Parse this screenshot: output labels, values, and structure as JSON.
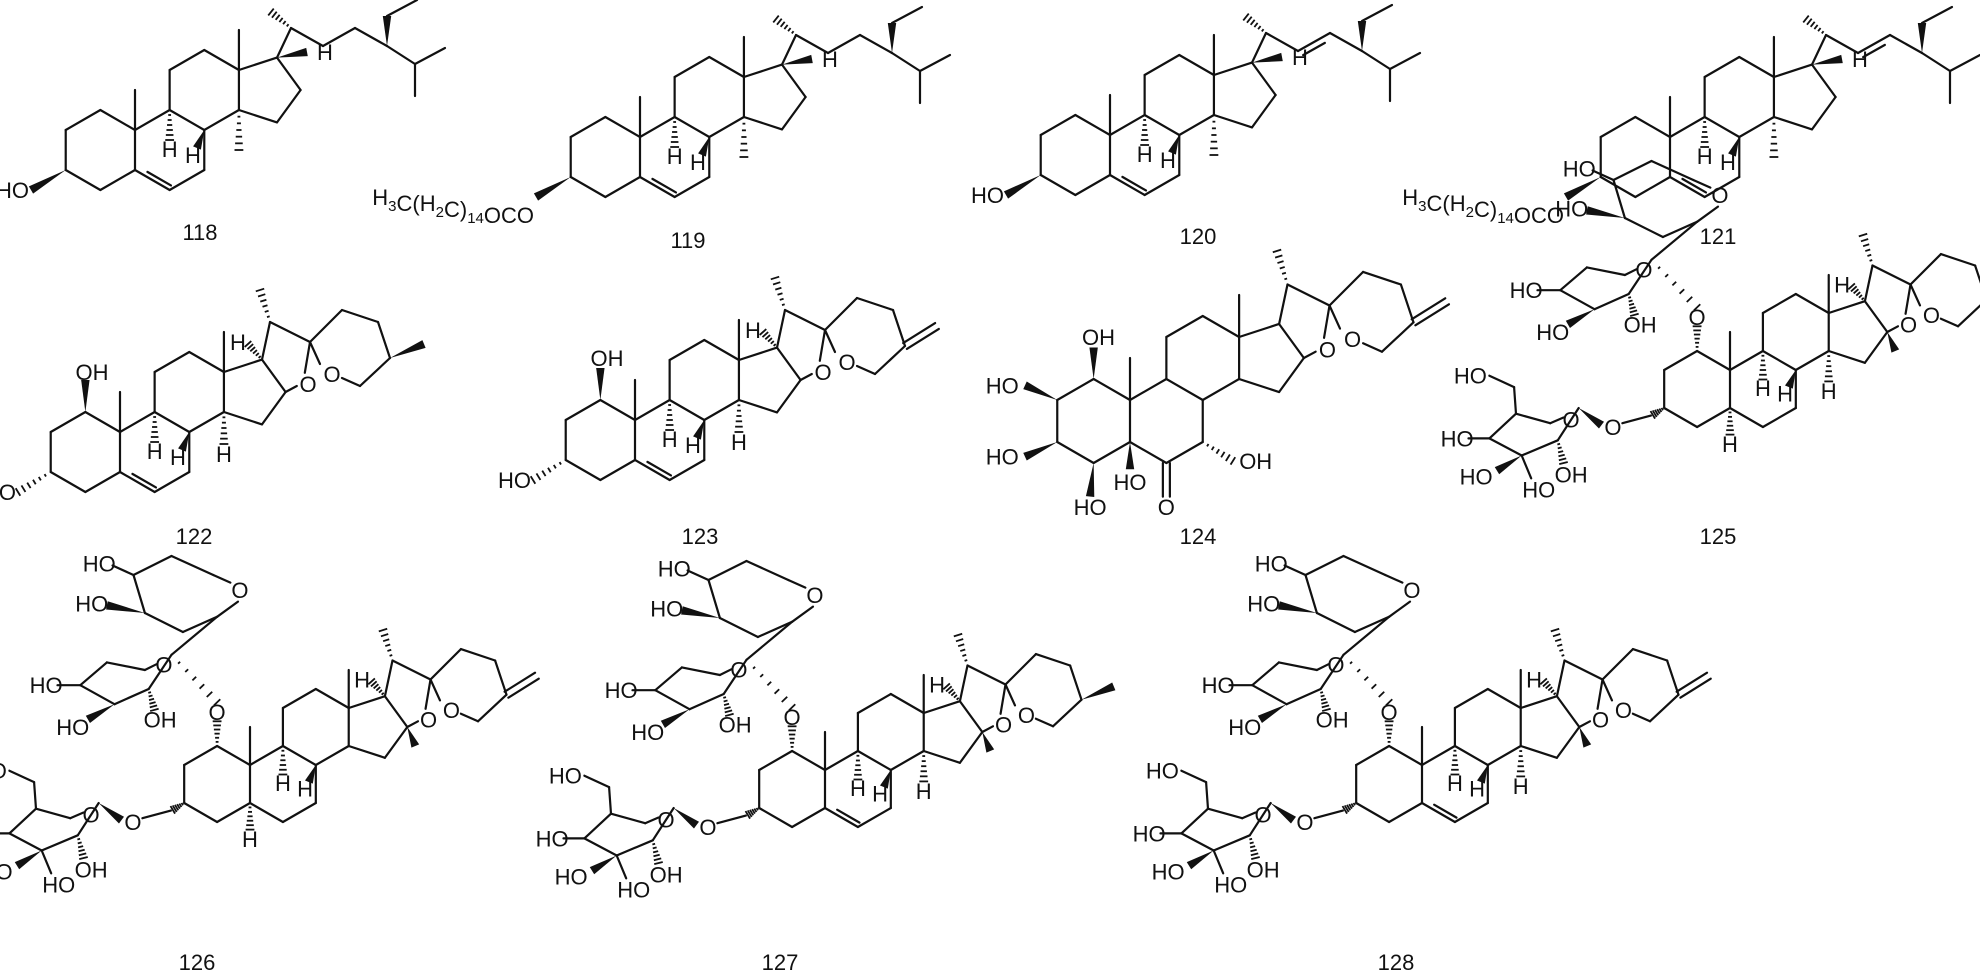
{
  "compounds": [
    {
      "id": "118",
      "ester": false,
      "side_double": false
    },
    {
      "id": "119",
      "ester": true,
      "side_double": false
    },
    {
      "id": "120",
      "ester": false,
      "side_double": true
    },
    {
      "id": "121",
      "ester": true,
      "side_double": true
    },
    {
      "id": "122"
    },
    {
      "id": "123"
    },
    {
      "id": "124"
    },
    {
      "id": "125"
    },
    {
      "id": "126"
    },
    {
      "id": "127"
    },
    {
      "id": "128"
    }
  ],
  "atoms": {
    "oh": "HO",
    "oh_r": "OH",
    "h": "H",
    "o": "O",
    "ester_a": "H",
    "ester_b": "3",
    "ester_c": "C(H",
    "ester_d": "2",
    "ester_e": "C)",
    "ester_f": "14",
    "ester_g": "OCO"
  },
  "colors": {
    "ink": "#111111",
    "background": "#ffffff"
  }
}
